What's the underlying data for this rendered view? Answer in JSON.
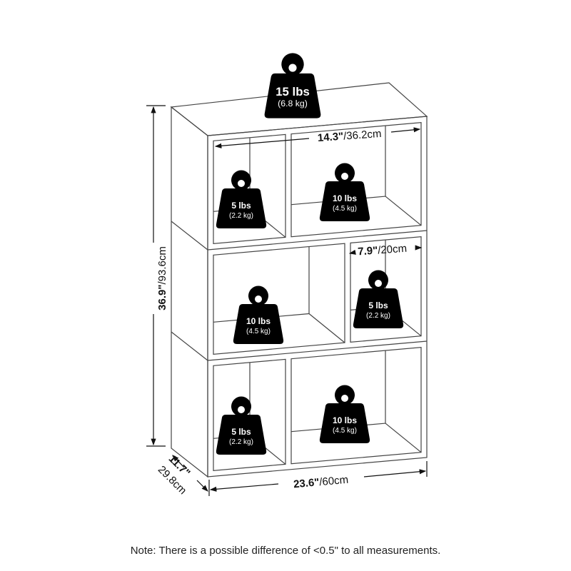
{
  "weights": {
    "top": {
      "main": "15 lbs",
      "sub": "(6.8 kg)"
    },
    "top_left": {
      "main": "5 lbs",
      "sub": "(2.2 kg)"
    },
    "top_right": {
      "main": "10 lbs",
      "sub": "(4.5 kg)"
    },
    "middle_left": {
      "main": "10 lbs",
      "sub": "(4.5 kg)"
    },
    "middle_right": {
      "main": "5 lbs",
      "sub": "(2.2 kg)"
    },
    "bottom_left": {
      "main": "5 lbs",
      "sub": "(2.2 kg)"
    },
    "bottom_right": {
      "main": "10 lbs",
      "sub": "(4.5 kg)"
    }
  },
  "dimensions": {
    "height": {
      "imperial": "36.9\"",
      "metric": "/93.6cm"
    },
    "width": {
      "imperial": "23.6\"",
      "metric": "/60cm"
    },
    "depth": {
      "imperial": "11.7\"",
      "metric": "29.8cm"
    },
    "large_cube_width": {
      "imperial": "14.3\"",
      "metric": "/36.2cm"
    },
    "small_cube_width": {
      "imperial": "7.9\"",
      "metric": "/20cm"
    }
  },
  "note": "Note: There is a possible difference of <0.5\" to all measurements.",
  "colors": {
    "line": "#333333",
    "weight_fill": "#000000"
  }
}
